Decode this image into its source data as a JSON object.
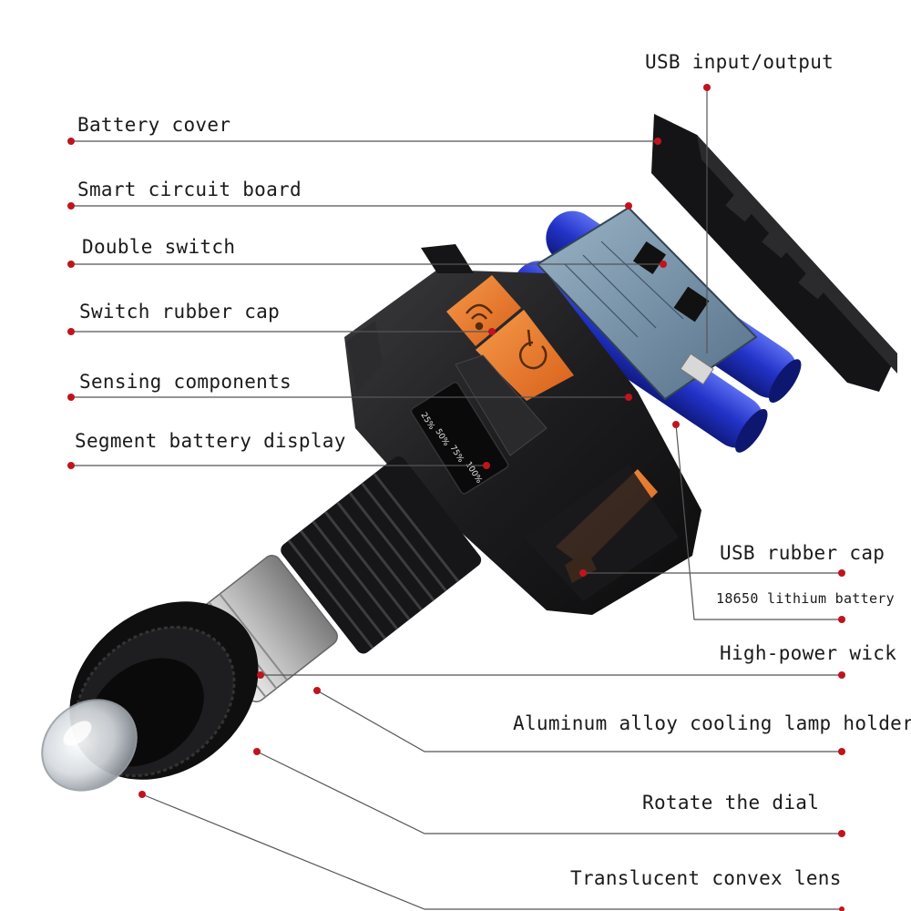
{
  "callouts": {
    "usb_input_output": "USB input/output",
    "battery_cover": "Battery cover",
    "smart_circuit_board": "Smart circuit board",
    "double_switch": "Double switch",
    "switch_rubber_cap": "Switch rubber cap",
    "sensing_components": "Sensing components",
    "segment_battery_display": "Segment battery display",
    "usb_rubber_cap": "USB rubber cap",
    "lithium_battery_18650": "18650 lithium battery",
    "high_power_wick": "High-power wick",
    "aluminum_cooling_lamp_holder": "Aluminum alloy cooling lamp holder",
    "rotate_the_dial": "Rotate the dial",
    "translucent_convex_lens": "Translucent convex lens"
  },
  "battery_segments": [
    "25%",
    "50%",
    "75%",
    "100%"
  ],
  "colors": {
    "leader_line": "#555555",
    "marker_dot": "#c0141c",
    "housing": "#1c1c1e",
    "accent_orange": "#e8731e",
    "battery_blue": "#2a3bd0",
    "pcb_blue": "#6f8fa8",
    "lamp_holder_silver": "#c8c8c8"
  },
  "icons": {
    "sensor_button": "wave-hand-icon",
    "power_button": "power-icon"
  }
}
